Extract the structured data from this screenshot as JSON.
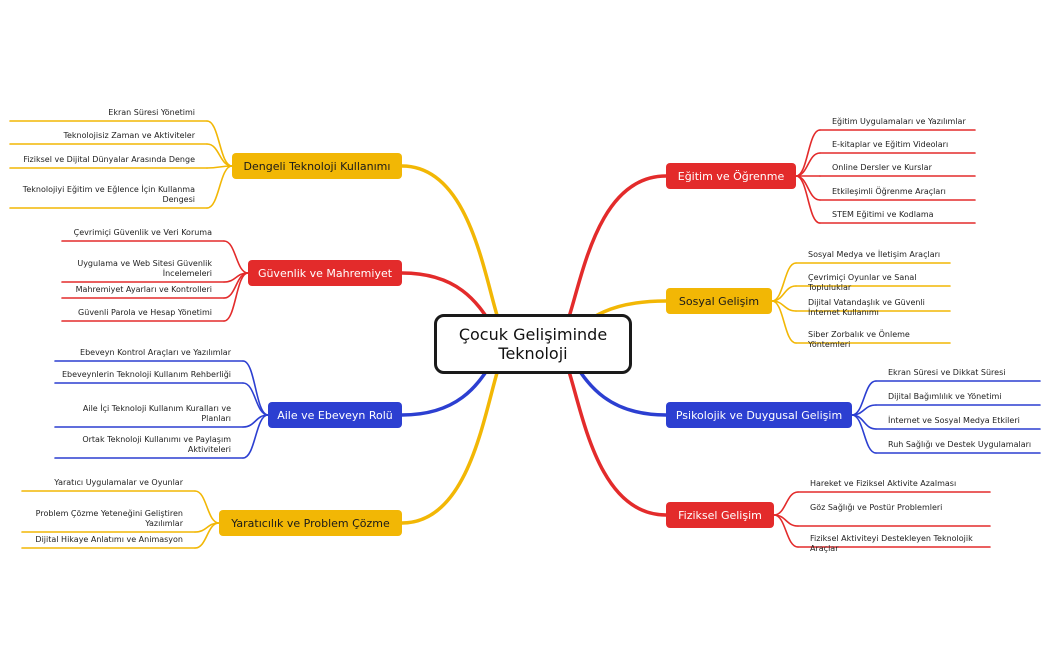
{
  "center": {
    "line1": "Çocuk Gelişiminde",
    "line2": "Teknoloji"
  },
  "colors": {
    "red": "#e32b2b",
    "yellow": "#f2b705",
    "blue": "#2c3fd1"
  },
  "branches": [
    {
      "label": "Eğitim ve Öğrenme",
      "color": "red",
      "side": "right",
      "leaves": [
        "Eğitim Uygulamaları ve Yazılımlar",
        "E-kitaplar ve Eğitim Videoları",
        "Online Dersler ve Kurslar",
        "Etkileşimli Öğrenme Araçları",
        "STEM Eğitimi ve Kodlama"
      ]
    },
    {
      "label": "Sosyal Gelişim",
      "color": "yellow",
      "side": "right",
      "leaves": [
        "Sosyal Medya ve İletişim Araçları",
        "Çevrimiçi Oyunlar ve Sanal Topluluklar",
        "Dijital Vatandaşlık ve Güvenli İnternet Kullanımı",
        "Siber Zorbalık ve Önleme Yöntemleri"
      ]
    },
    {
      "label": "Psikolojik ve Duygusal Gelişim",
      "color": "blue",
      "side": "right",
      "leaves": [
        "Ekran Süresi ve Dikkat Süresi",
        "Dijital Bağımlılık ve Yönetimi",
        "İnternet ve Sosyal Medya Etkileri",
        "Ruh Sağlığı ve Destek Uygulamaları"
      ]
    },
    {
      "label": "Fiziksel Gelişim",
      "color": "red",
      "side": "right",
      "leaves": [
        "Hareket ve Fiziksel Aktivite Azalması",
        "Göz Sağlığı ve Postür Problemleri",
        "Fiziksel Aktiviteyi Destekleyen Teknolojik Araçlar"
      ]
    },
    {
      "label": "Dengeli Teknoloji Kullanımı",
      "color": "yellow",
      "side": "left",
      "leaves": [
        "Ekran Süresi Yönetimi",
        "Teknolojisiz Zaman ve Aktiviteler",
        "Fiziksel ve Dijital Dünyalar Arasında Denge",
        "Teknolojiyi Eğitim ve Eğlence İçin Kullanma Dengesi"
      ]
    },
    {
      "label": "Güvenlik ve Mahremiyet",
      "color": "red",
      "side": "left",
      "leaves": [
        "Çevrimiçi Güvenlik ve Veri Koruma",
        "Uygulama ve Web Sitesi Güvenlik İncelemeleri",
        "Mahremiyet Ayarları ve Kontrolleri",
        "Güvenli Parola ve Hesap Yönetimi"
      ]
    },
    {
      "label": "Aile ve Ebeveyn Rolü",
      "color": "blue",
      "side": "left",
      "leaves": [
        "Ebeveyn Kontrol Araçları ve Yazılımlar",
        "Ebeveynlerin Teknoloji Kullanım Rehberliği",
        "Aile İçi Teknoloji Kullanım Kuralları ve Planları",
        "Ortak Teknoloji Kullanımı ve Paylaşım Aktiviteleri"
      ]
    },
    {
      "label": "Yaratıcılık ve Problem Çözme",
      "color": "yellow",
      "side": "left",
      "leaves": [
        "Yaratıcı Uygulamalar ve Oyunlar",
        "Problem Çözme Yeteneğini Geliştiren Yazılımlar",
        "Dijital Hikaye Anlatımı ve Animasyon"
      ]
    }
  ]
}
